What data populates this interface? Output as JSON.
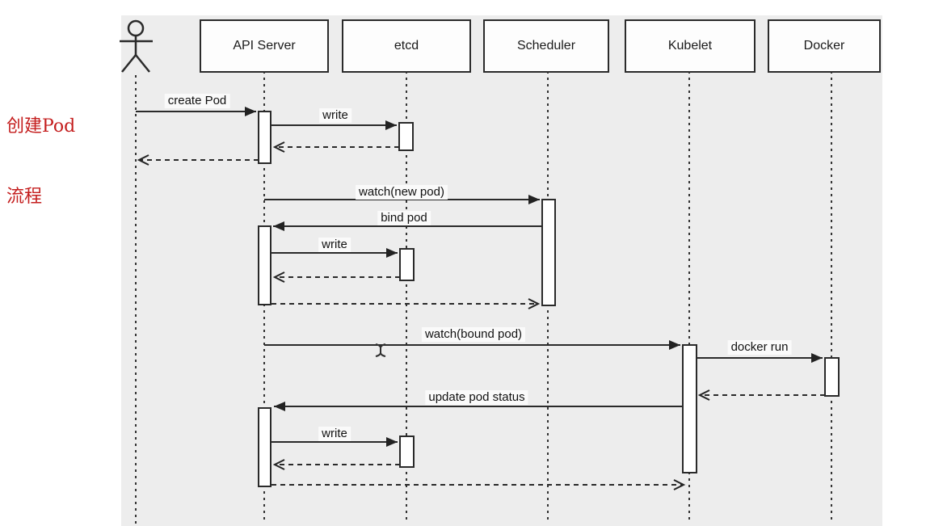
{
  "annotation": {
    "line1": "创建Pod",
    "line2": "流程",
    "color": "#c41e1e"
  },
  "participants": {
    "api_server": "API Server",
    "etcd": "etcd",
    "scheduler": "Scheduler",
    "kubelet": "Kubelet",
    "docker": "Docker"
  },
  "messages": {
    "create_pod": "create Pod",
    "write1": "write",
    "watch_new_pod": "watch(new pod)",
    "bind_pod": "bind pod",
    "write2": "write",
    "watch_bound_pod": "watch(bound pod)",
    "docker_run": "docker run",
    "update_pod_status": "update pod status",
    "write3": "write"
  },
  "colors": {
    "diagram_background": "#ededed",
    "line": "#2a2a2a",
    "box_fill": "#fdfdfd",
    "annotation_red": "#c41e1e"
  }
}
